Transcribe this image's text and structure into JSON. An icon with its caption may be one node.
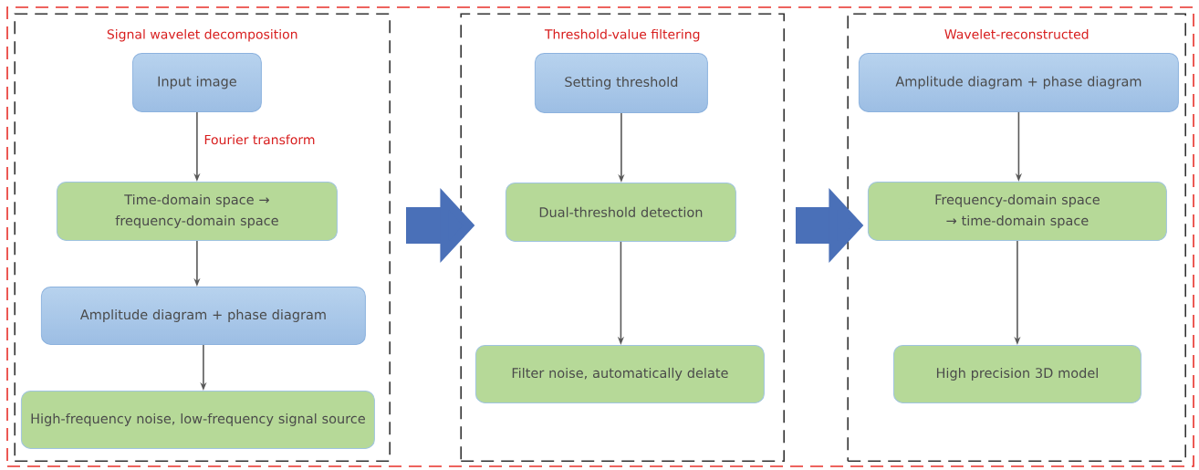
{
  "diagram": {
    "nodes": [
      {
        "text": [],
        "shape": "box"
      },
      {
        "text": [
          "Signal wavelet decomposition"
        ],
        "in": 0
      },
      {
        "text": [
          "Input image"
        ],
        "in": 1
      },
      {
        "text": [
          "Time-domain space → frequency-domain space"
        ],
        "in": 1
      },
      {
        "text": [
          "Amplitude diagram + phase diagram"
        ],
        "in": 1
      },
      {
        "text": [
          "High-frequency noise, low-frequency signal source"
        ],
        "in": 1
      },
      {
        "text": [
          "Threshold-value filtering"
        ],
        "in": 0
      },
      {
        "text": [
          "Setting threshold"
        ],
        "in": 6
      },
      {
        "text": [
          "Dual-threshold detection"
        ],
        "in": 6
      },
      {
        "text": [
          "Filter noise, automatically delate"
        ],
        "in": 6
      },
      {
        "text": [
          "Wavelet-reconstructed"
        ],
        "in": 0
      },
      {
        "text": [
          "Amplitude diagram + phase diagram"
        ],
        "in": 10
      },
      {
        "text": [
          "Frequency-domain space → time-domain space"
        ],
        "in": 10
      },
      {
        "text": [
          "High precision 3D model"
        ],
        "in": 10
      }
    ],
    "edges": [
      {
        "from": 2,
        "to": 3,
        "arrow": "to",
        "label": "Fourier transform"
      },
      {
        "from": 3,
        "to": 4,
        "arrow": "to"
      },
      {
        "from": 4,
        "to": 5,
        "arrow": "to"
      },
      {
        "from": 7,
        "to": 8,
        "arrow": "to"
      },
      {
        "from": 8,
        "to": 9,
        "arrow": "to"
      },
      {
        "from": 11,
        "to": 12,
        "arrow": "to"
      },
      {
        "from": 12,
        "to": 13,
        "arrow": "to"
      },
      {
        "from": 1,
        "to": 6,
        "arrow": "to",
        "style": "thick",
        "color": "#4a70b8"
      },
      {
        "from": 6,
        "to": 10,
        "arrow": "to",
        "style": "thick",
        "color": "#4a70b8"
      }
    ]
  }
}
